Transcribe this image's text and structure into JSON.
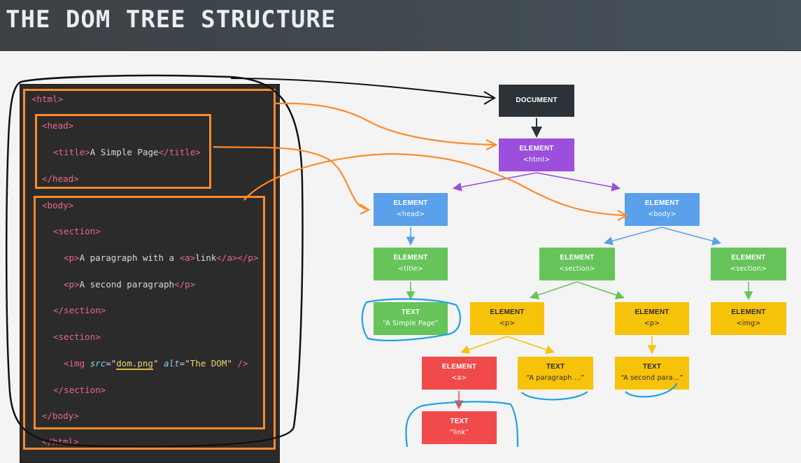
{
  "header": {
    "title": "THE DOM TREE STRUCTURE"
  },
  "code": {
    "lines": [
      {
        "id": "l1",
        "segments": [
          {
            "t": "<html>",
            "c": "tag"
          }
        ]
      },
      {
        "id": "l2",
        "segments": [
          {
            "t": "<head>",
            "c": "tag"
          }
        ]
      },
      {
        "id": "l3",
        "segments": [
          {
            "t": "<title>",
            "c": "tag"
          },
          {
            "t": "A Simple Page",
            "c": ""
          },
          {
            "t": "</title>",
            "c": "tag"
          }
        ]
      },
      {
        "id": "l4",
        "segments": [
          {
            "t": "</head>",
            "c": "tag"
          }
        ]
      },
      {
        "id": "l5",
        "segments": [
          {
            "t": "<body>",
            "c": "tag"
          }
        ]
      },
      {
        "id": "l6",
        "segments": [
          {
            "t": "<section>",
            "c": "tag"
          }
        ]
      },
      {
        "id": "l7",
        "segments": [
          {
            "t": "<p>",
            "c": "tag"
          },
          {
            "t": "A paragraph with a ",
            "c": ""
          },
          {
            "t": "<a>",
            "c": "tag"
          },
          {
            "t": "link",
            "c": ""
          },
          {
            "t": "</a>",
            "c": "tag"
          },
          {
            "t": "</p>",
            "c": "tag"
          }
        ]
      },
      {
        "id": "l8",
        "segments": [
          {
            "t": "<p>",
            "c": "tag"
          },
          {
            "t": "A second paragraph",
            "c": ""
          },
          {
            "t": "</p>",
            "c": "tag"
          }
        ]
      },
      {
        "id": "l9",
        "segments": [
          {
            "t": "</section>",
            "c": "tag"
          }
        ]
      },
      {
        "id": "l10",
        "segments": [
          {
            "t": "<section>",
            "c": "tag"
          }
        ]
      },
      {
        "id": "l11",
        "segments": [
          {
            "t": "<img ",
            "c": "tag"
          },
          {
            "t": "src",
            "c": "attr"
          },
          {
            "t": "=\"",
            "c": ""
          },
          {
            "t": "dom.png",
            "c": "str str-underline"
          },
          {
            "t": "\" ",
            "c": ""
          },
          {
            "t": "alt",
            "c": "attr"
          },
          {
            "t": "=\"",
            "c": ""
          },
          {
            "t": "The DOM",
            "c": "str"
          },
          {
            "t": "\" ",
            "c": ""
          },
          {
            "t": "/>",
            "c": "tag"
          }
        ]
      },
      {
        "id": "l12",
        "segments": [
          {
            "t": "</section>",
            "c": "tag"
          }
        ]
      },
      {
        "id": "l13",
        "segments": [
          {
            "t": "</body>",
            "c": "tag"
          }
        ]
      },
      {
        "id": "l14",
        "segments": [
          {
            "t": "</html>",
            "c": "tag"
          }
        ]
      }
    ]
  },
  "tree": {
    "document": {
      "l1": "DOCUMENT",
      "l2": ""
    },
    "html": {
      "l1": "ELEMENT",
      "l2": "<html>"
    },
    "head": {
      "l1": "ELEMENT",
      "l2": "<head>"
    },
    "body": {
      "l1": "ELEMENT",
      "l2": "<body>"
    },
    "title": {
      "l1": "ELEMENT",
      "l2": "<title>"
    },
    "section1": {
      "l1": "ELEMENT",
      "l2": "<section>"
    },
    "section2": {
      "l1": "ELEMENT",
      "l2": "<section>"
    },
    "text_title": {
      "l1": "TEXT",
      "l2": "“A Simple Page”"
    },
    "p1": {
      "l1": "ELEMENT",
      "l2": "<p>"
    },
    "p2": {
      "l1": "ELEMENT",
      "l2": "<p>"
    },
    "img": {
      "l1": "ELEMENT",
      "l2": "<img>"
    },
    "a": {
      "l1": "ELEMENT",
      "l2": "<a>"
    },
    "text_p1": {
      "l1": "TEXT",
      "l2": "“A paragraph …”"
    },
    "text_p2": {
      "l1": "TEXT",
      "l2": "“A second para…”"
    },
    "text_link": {
      "l1": "TEXT",
      "l2": "“link”"
    }
  },
  "colors": {
    "annotation_orange": "#ff8a2b",
    "annotation_blue": "#1ea0e6",
    "annotation_black": "#111111"
  }
}
